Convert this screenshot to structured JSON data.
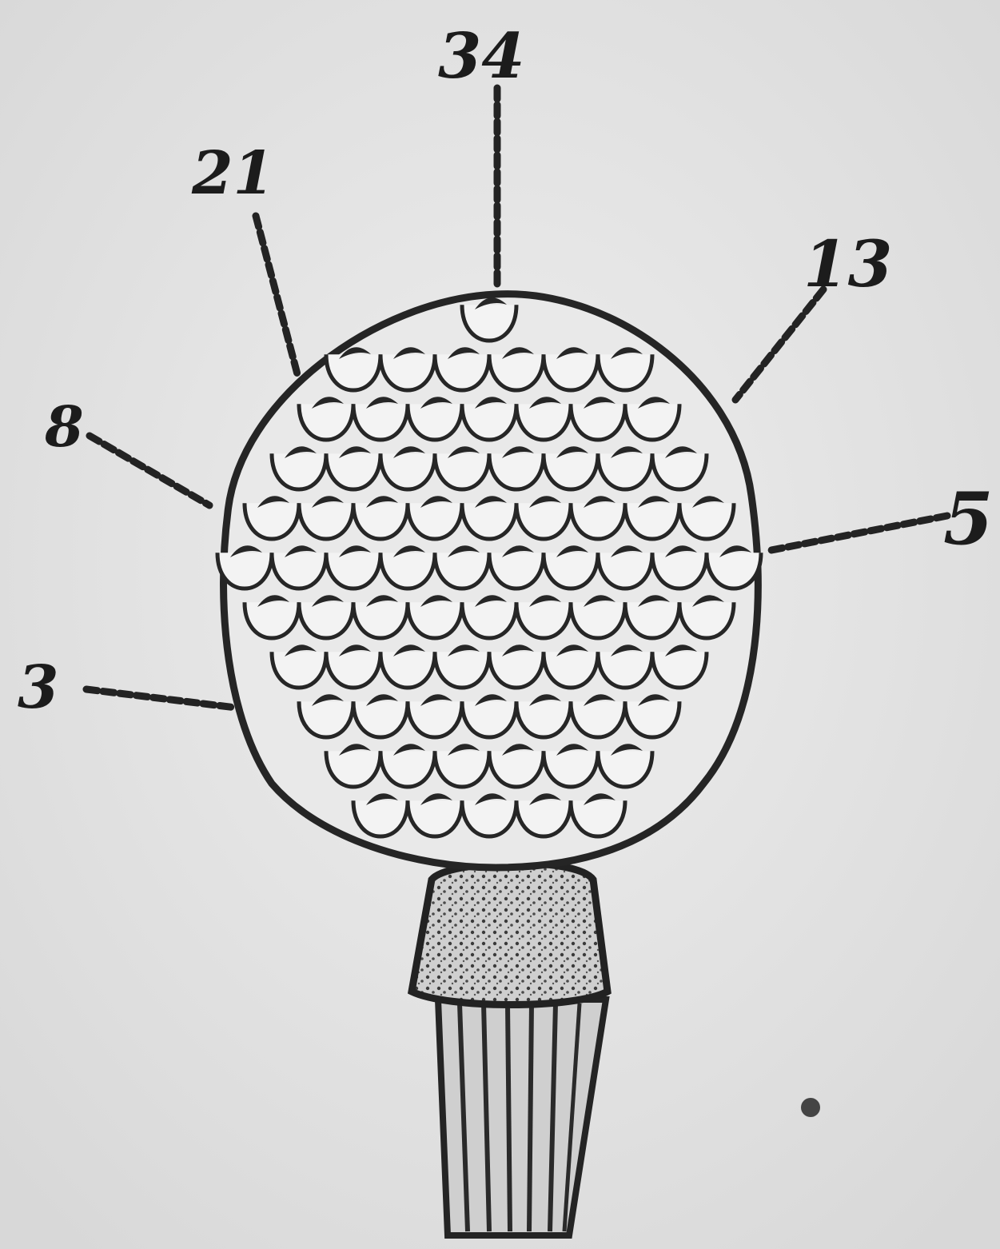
{
  "labels": [
    {
      "id": "34",
      "text": "34"
    },
    {
      "id": "21",
      "text": "21"
    },
    {
      "id": "13",
      "text": "13"
    },
    {
      "id": "8",
      "text": "8"
    },
    {
      "id": "5",
      "text": "5"
    },
    {
      "id": "3",
      "text": "3"
    }
  ],
  "colors": {
    "paper": "#e6e6e6",
    "ink": "#232323"
  }
}
